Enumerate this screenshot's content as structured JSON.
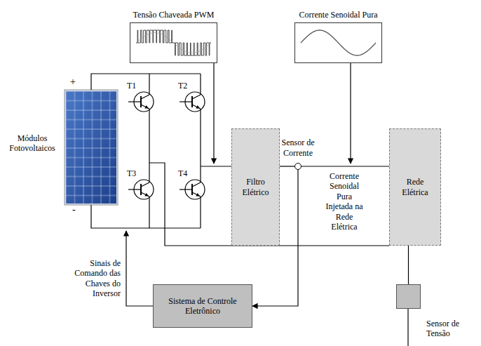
{
  "diagram": {
    "nodes": [
      {
        "text": [
          "Tensão Chaveada PWM"
        ]
      },
      {
        "text": [
          "Corrente Senoidal Pura"
        ]
      },
      {
        "text": [
          "Filtro Elétrico"
        ]
      },
      {
        "text": [
          "Rede Elétrica"
        ]
      },
      {
        "text": [
          "Sistema de Controle Eletrônico"
        ]
      },
      {
        "text": [
          "Sensor de Tensão"
        ]
      },
      {
        "text": [
          "Sensor de Corrente"
        ]
      }
    ],
    "edges": [
      {
        "from": 2,
        "to": 6,
        "arrow": "none"
      },
      {
        "from": 6,
        "to": 3,
        "arrow": "none"
      },
      {
        "from": 6,
        "to": 4,
        "arrow": "to"
      },
      {
        "from": 3,
        "to": 5,
        "arrow": "none"
      }
    ],
    "labels": [
      "+",
      "-",
      "Módulos Fotovoltaicos",
      "T1",
      "T2",
      "T3",
      "T4",
      "Corrente Senoidal Pura Injetada na Rede Elétrica",
      "Sinais de Comando das Chaves do Inversor"
    ]
  }
}
